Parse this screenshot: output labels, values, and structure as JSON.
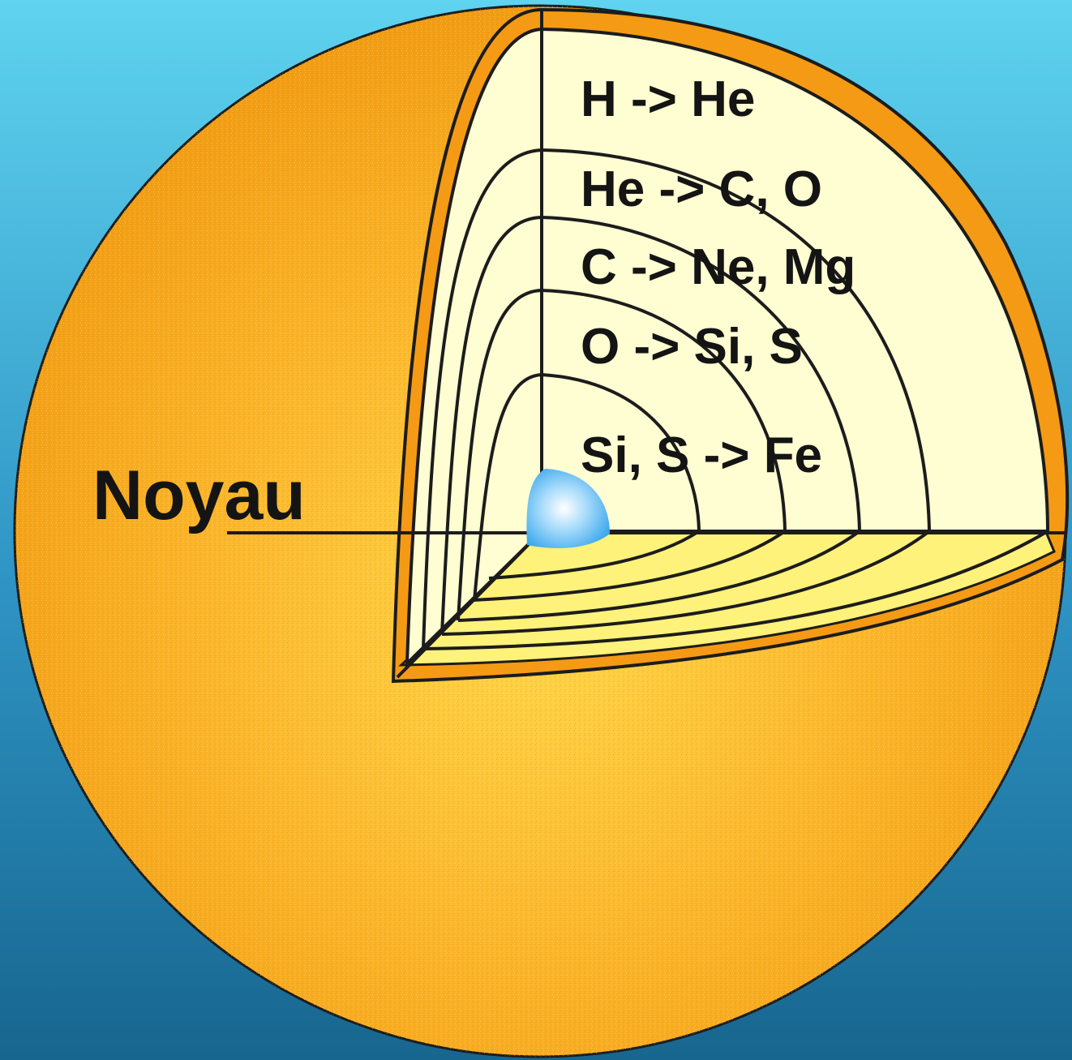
{
  "diagram": {
    "core_label": "Noyau",
    "shells": [
      {
        "id": "hydrogen",
        "reaction": "H -> He"
      },
      {
        "id": "helium",
        "reaction": "He -> C, O"
      },
      {
        "id": "carbon",
        "reaction": "C -> Ne, Mg"
      },
      {
        "id": "oxygen",
        "reaction": "O -> Si, S"
      },
      {
        "id": "silicon",
        "reaction": "Si, S -> Fe"
      }
    ],
    "colors": {
      "background_top": "#5fd3ef",
      "background_bottom": "#17668f",
      "star_surface": "#f5a118",
      "star_highlight": "#ffd84a",
      "shell_fill": "#fffdd2",
      "shell_floor": "#fff27a",
      "iron_core": "#4fb6f2",
      "outline": "#1c1c1c"
    }
  }
}
